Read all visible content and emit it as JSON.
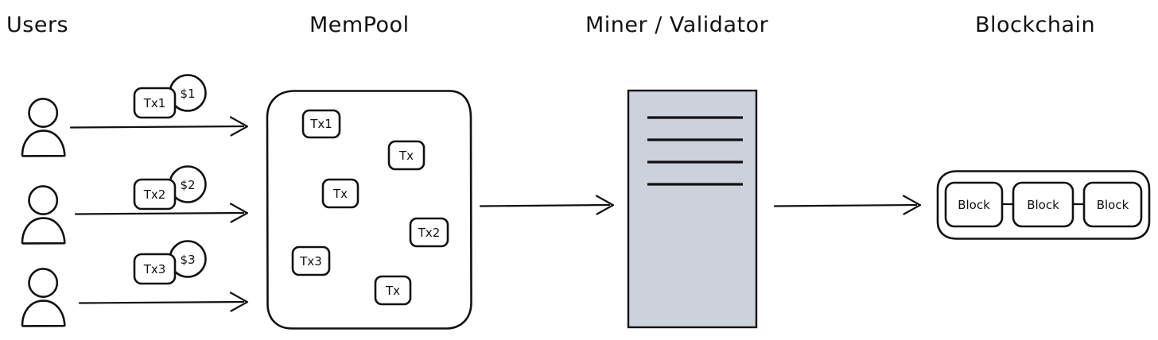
{
  "diagram": {
    "title_row": {
      "users": "Users",
      "mempool": "MemPool",
      "miner": "Miner / Validator",
      "blockchain": "Blockchain"
    },
    "colors": {
      "ink": "#111111",
      "miner_fill": "#ccd1db",
      "background": "#ffffff"
    },
    "users": [
      {
        "id": "user-1",
        "tx_label": "Tx1",
        "fee_label": "$1"
      },
      {
        "id": "user-2",
        "tx_label": "Tx2",
        "fee_label": "$2"
      },
      {
        "id": "user-3",
        "tx_label": "Tx3",
        "fee_label": "$3"
      }
    ],
    "mempool": {
      "transactions": [
        {
          "id": "mempool-tx-1",
          "label": "Tx1"
        },
        {
          "id": "mempool-tx-2",
          "label": "Tx"
        },
        {
          "id": "mempool-tx-3",
          "label": "Tx"
        },
        {
          "id": "mempool-tx-4",
          "label": "Tx2"
        },
        {
          "id": "mempool-tx-5",
          "label": "Tx3"
        },
        {
          "id": "mempool-tx-6",
          "label": "Tx"
        }
      ]
    },
    "miner": {
      "line_count": 4
    },
    "blockchain": {
      "blocks": [
        {
          "id": "block-1",
          "label": "Block"
        },
        {
          "id": "block-2",
          "label": "Block"
        },
        {
          "id": "block-3",
          "label": "Block"
        }
      ]
    }
  }
}
